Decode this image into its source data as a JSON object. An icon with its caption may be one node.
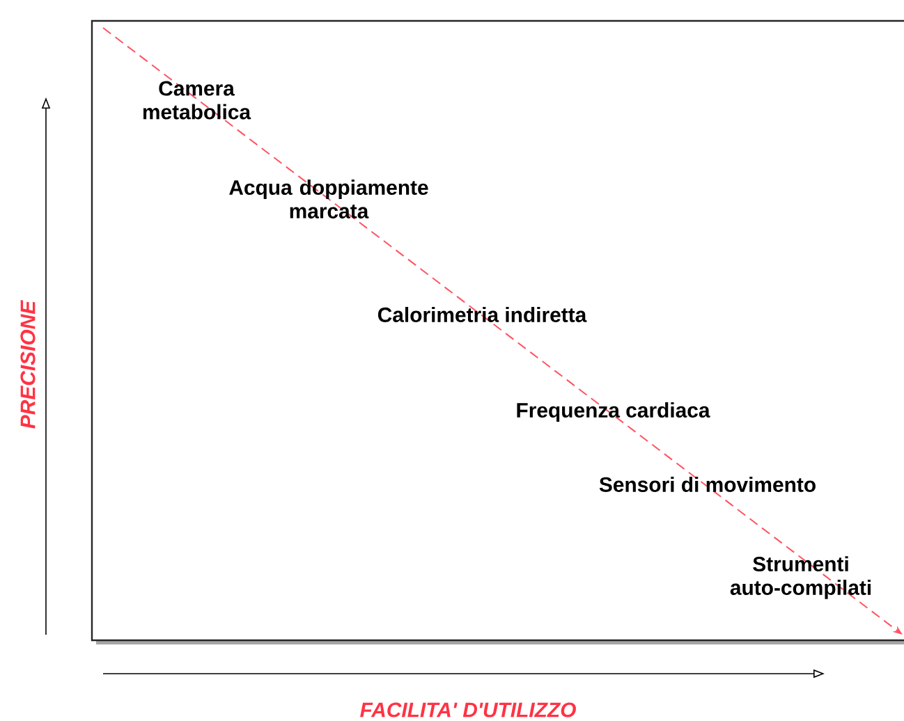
{
  "diagram": {
    "labels": [
      "Camera metabolica",
      "Acqua doppiamente marcata",
      "Calorimetria indiretta",
      "Frequenza cardiaca",
      "Sensori di movimento",
      "Strumenti auto-compilati",
      "PRECISIONE",
      "FACILITA' D'UTILIZZO"
    ]
  }
}
